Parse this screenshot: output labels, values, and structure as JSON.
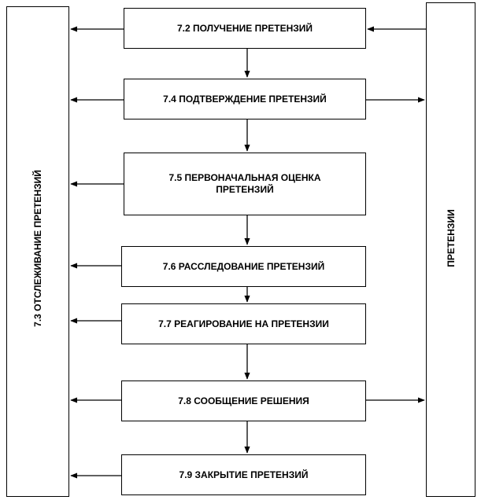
{
  "left_panel": {
    "label": "7.3 ОТСЛЕЖИВАНИЕ ПРЕТЕНЗИЙ"
  },
  "right_panel": {
    "label": "ПРЕТЕНЗИИ"
  },
  "steps": [
    {
      "label": "7.2 ПОЛУЧЕНИЕ ПРЕТЕНЗИЙ"
    },
    {
      "label": "7.4 ПОДТВЕРЖДЕНИЕ ПРЕТЕНЗИЙ"
    },
    {
      "label": "7.5 ПЕРВОНАЧАЛЬНАЯ ОЦЕНКА ПРЕТЕНЗИЙ"
    },
    {
      "label": "7.6 РАССЛЕДОВАНИЕ ПРЕТЕНЗИЙ"
    },
    {
      "label": "7.7 РЕАГИРОВАНИЕ НА ПРЕТЕНЗИИ"
    },
    {
      "label": "7.8 СООБЩЕНИЕ РЕШЕНИЯ"
    },
    {
      "label": "7.9 ЗАКРЫТИЕ ПРЕТЕНЗИЙ"
    }
  ]
}
